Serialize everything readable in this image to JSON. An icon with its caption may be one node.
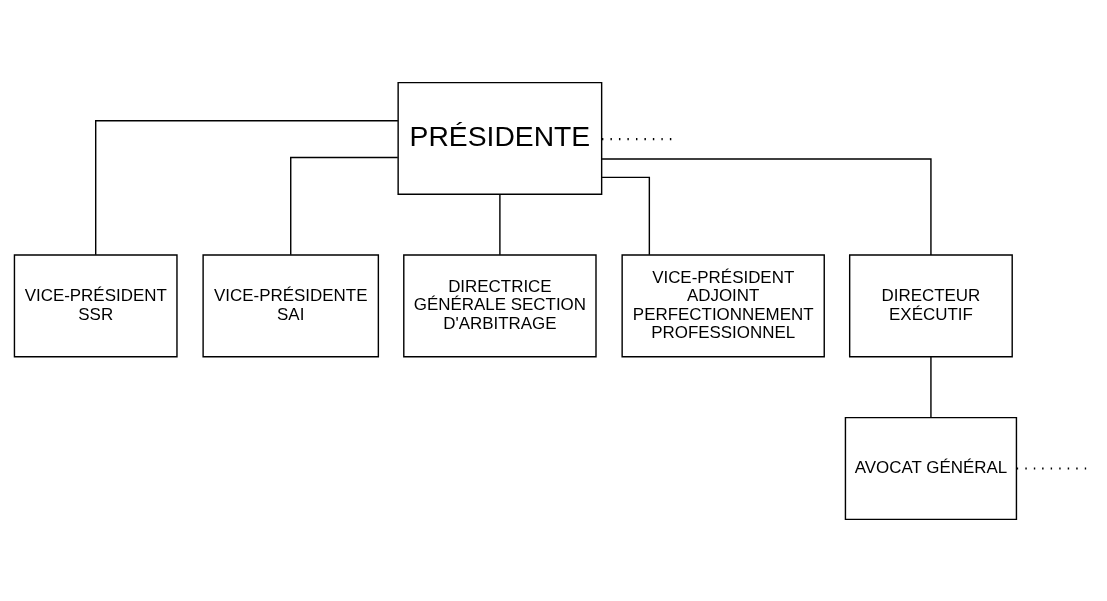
{
  "diagram": {
    "nodes": [
      {
        "text": [
          "PRÉSIDENTE"
        ]
      },
      {
        "text": [
          "VICE-PRÉSIDENT SSR"
        ]
      },
      {
        "text": [
          "VICE-PRÉSIDENTE SAI"
        ]
      },
      {
        "text": [
          "DIRECTRICE GÉNÉRALE SECTION D'ARBITRAGE"
        ]
      },
      {
        "text": [
          "VICE-PRÉSIDENT ADJOINT PERFECTIONNEMENT PROFESSIONNEL"
        ]
      },
      {
        "text": [
          "DIRECTEUR EXÉCUTIF"
        ]
      },
      {
        "text": [
          "AVOCAT GÉNÉRAL"
        ]
      }
    ],
    "edges": [
      {
        "from": 0,
        "to": 1,
        "arrow": "none"
      },
      {
        "from": 0,
        "to": 2,
        "arrow": "none"
      },
      {
        "from": 0,
        "to": 3,
        "arrow": "none"
      },
      {
        "from": 0,
        "to": 4,
        "arrow": "none"
      },
      {
        "from": 0,
        "to": 5,
        "arrow": "none"
      },
      {
        "from": 5,
        "to": 6,
        "arrow": "none"
      },
      {
        "from": 0,
        "to": null,
        "arrow": "none",
        "style": "dashed"
      },
      {
        "from": 6,
        "to": null,
        "arrow": "none",
        "style": "dashed"
      }
    ]
  }
}
